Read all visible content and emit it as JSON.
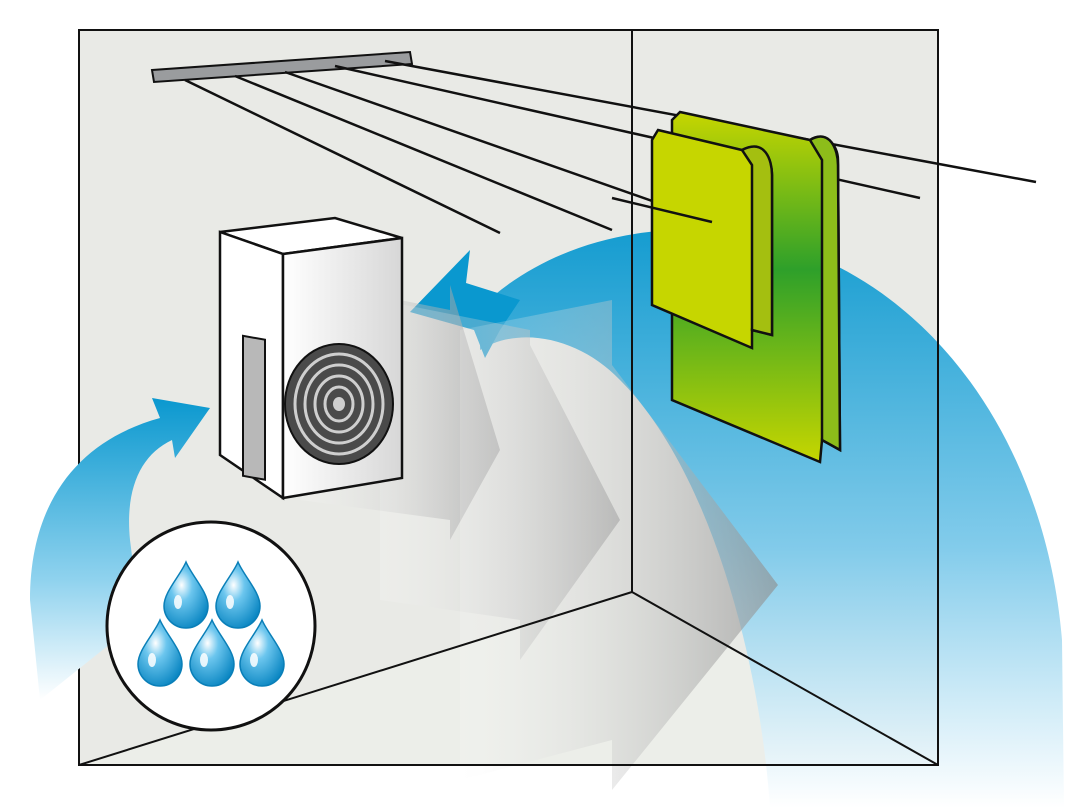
{
  "illustration": {
    "subject": "dehumidifier-drying-laundry",
    "icons": [
      "drying-rack-icon",
      "dehumidifier-icon",
      "water-drops-icon",
      "towel-icon",
      "airflow-arrow-icon"
    ],
    "colors": {
      "wall": "#e9eae6",
      "outline": "#111111",
      "rack_bar": "#9a9c9e",
      "device_body": "#ffffff",
      "fan": "#4a4a4a",
      "vent": "#b8b8b8",
      "airflow_blue": "#0a98cf",
      "airflow_light": "#dff1fb",
      "towel_yellow": "#c6d600",
      "towel_green": "#2ea02a",
      "drop_blue": "#1aa0d8",
      "heat_arrow_gray": "#9a9a9a"
    },
    "water_drop_count": 5,
    "rack_line_count": 5,
    "towel_count": 2
  }
}
